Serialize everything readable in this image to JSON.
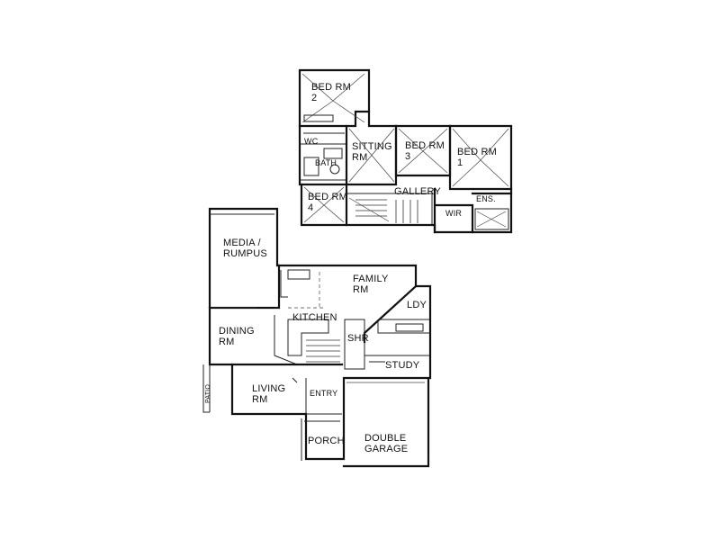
{
  "plan": {
    "upper_rooms": [
      {
        "id": "bed2",
        "line1": "BED RM",
        "line2": "2"
      },
      {
        "id": "sitting",
        "line1": "SITTING",
        "line2": "RM"
      },
      {
        "id": "bed3",
        "line1": "BED RM",
        "line2": "3"
      },
      {
        "id": "bed1",
        "line1": "BED RM",
        "line2": "1"
      },
      {
        "id": "bed4",
        "line1": "BED RM",
        "line2": "4"
      },
      {
        "id": "bath",
        "line1": "BATH",
        "line2": ""
      },
      {
        "id": "wc",
        "line1": "WC",
        "line2": ""
      },
      {
        "id": "gallery",
        "line1": "GALLERY",
        "line2": ""
      },
      {
        "id": "wir",
        "line1": "WIR",
        "line2": ""
      },
      {
        "id": "ens",
        "line1": "ENS.",
        "line2": ""
      }
    ],
    "lower_rooms": [
      {
        "id": "media",
        "line1": "MEDIA /",
        "line2": "RUMPUS"
      },
      {
        "id": "family",
        "line1": "FAMILY",
        "line2": "RM"
      },
      {
        "id": "kitchen",
        "line1": "KITCHEN",
        "line2": ""
      },
      {
        "id": "dining",
        "line1": "DINING",
        "line2": "RM"
      },
      {
        "id": "ldy",
        "line1": "LDY",
        "line2": ""
      },
      {
        "id": "shr",
        "line1": "SHR",
        "line2": ""
      },
      {
        "id": "study",
        "line1": "STUDY",
        "line2": ""
      },
      {
        "id": "living",
        "line1": "LIVING",
        "line2": "RM"
      },
      {
        "id": "entry",
        "line1": "ENTRY",
        "line2": ""
      },
      {
        "id": "porch",
        "line1": "PORCH",
        "line2": ""
      },
      {
        "id": "garage",
        "line1": "DOUBLE",
        "line2": "GARAGE"
      },
      {
        "id": "patio",
        "line1": "PATIO",
        "line2": ""
      }
    ]
  }
}
